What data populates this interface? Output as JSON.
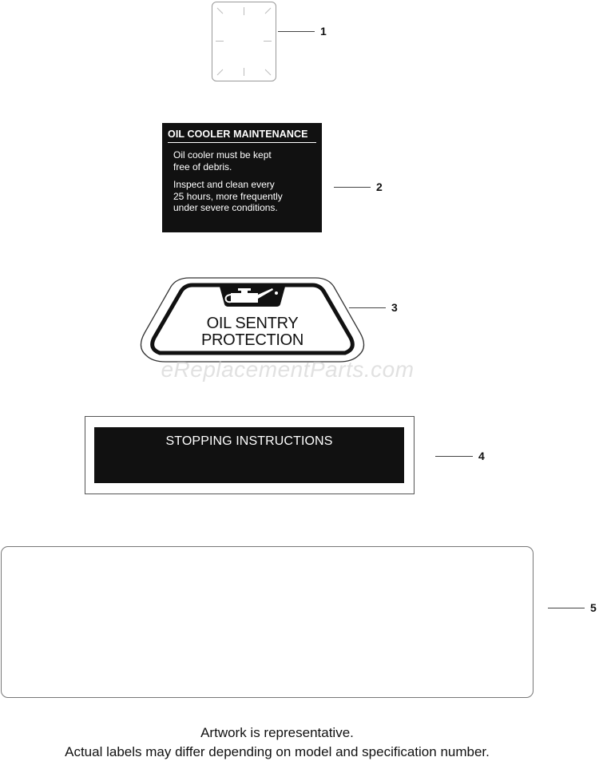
{
  "callouts": [
    {
      "number": "1",
      "part": "blank label"
    },
    {
      "number": "2",
      "part": "oil cooler maintenance label"
    },
    {
      "number": "3",
      "part": "oil sentry protection label"
    },
    {
      "number": "4",
      "part": "stopping instructions label"
    },
    {
      "number": "5",
      "part": "blank label"
    }
  ],
  "label2": {
    "title": "OIL COOLER MAINTENANCE",
    "paragraph1": [
      "Oil cooler must be kept",
      "free of debris."
    ],
    "paragraph2": [
      "Inspect and clean every",
      "25 hours, more frequently",
      "under severe conditions."
    ]
  },
  "label3": {
    "line1": "OIL SENTRY",
    "line2": "PROTECTION",
    "icon": "oil-can-icon"
  },
  "label4": {
    "text": "STOPPING INSTRUCTIONS"
  },
  "watermark": "eReplacementParts.com",
  "footer": {
    "line1": "Artwork is representative.",
    "line2": "Actual labels may differ depending on model and specification number."
  }
}
